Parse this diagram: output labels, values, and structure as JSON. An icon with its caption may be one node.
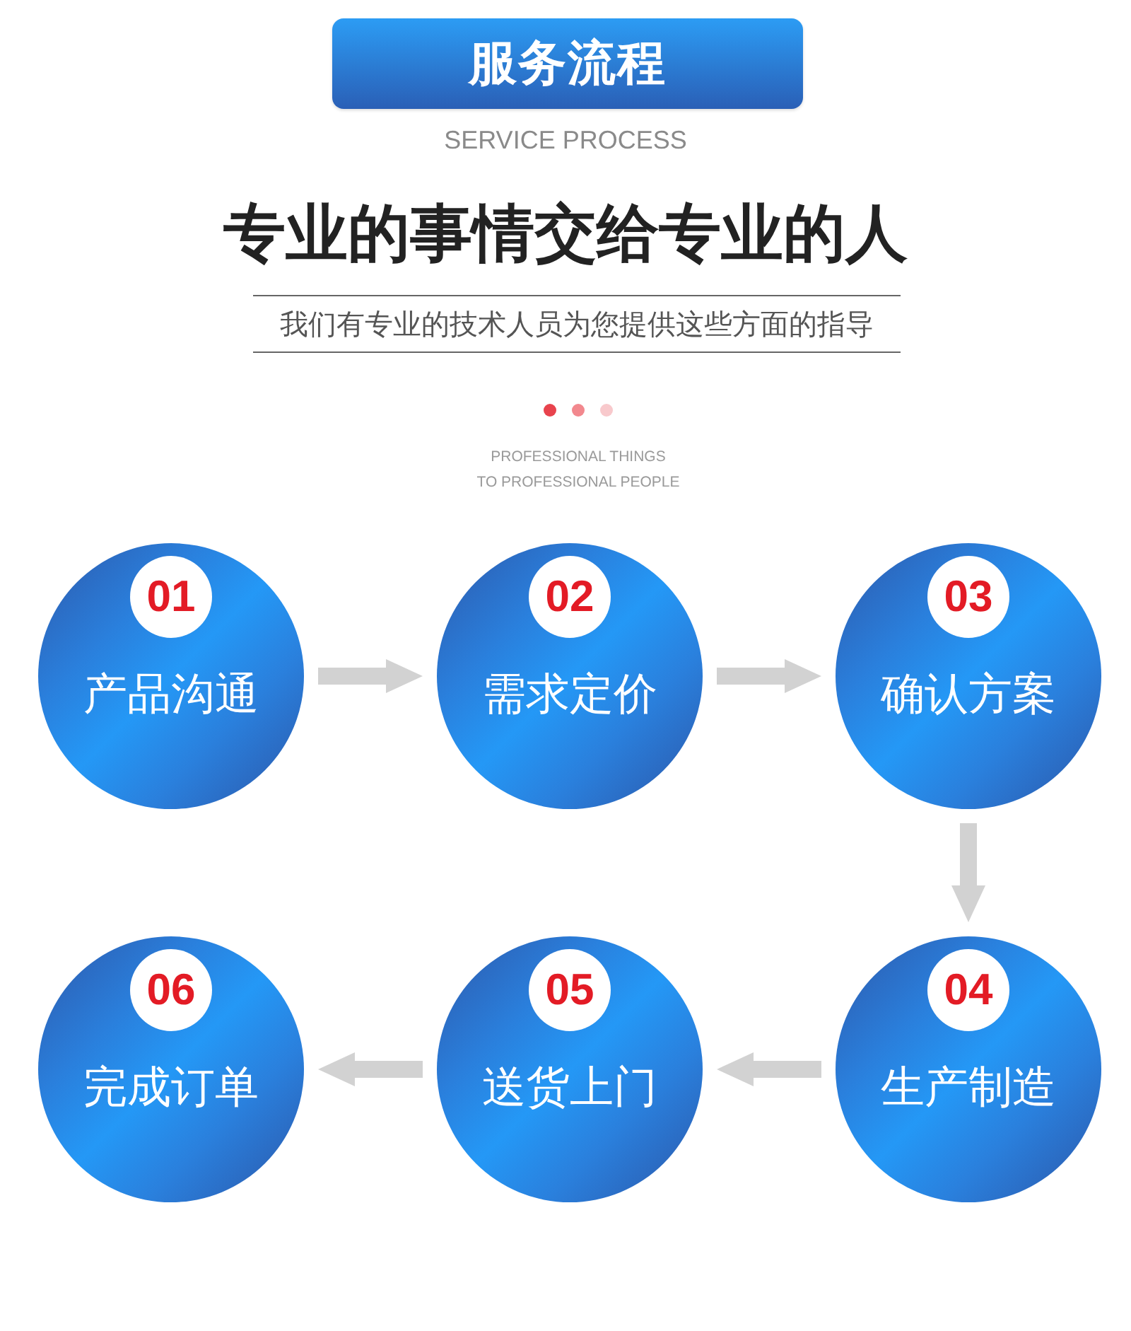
{
  "diagram": {
    "title": "服务流程",
    "nodes": [
      {
        "text": [
          "01",
          "产品沟通"
        ]
      },
      {
        "text": [
          "02",
          "需求定价"
        ]
      },
      {
        "text": [
          "03",
          "确认方案"
        ]
      },
      {
        "text": [
          "04",
          "生产制造"
        ]
      },
      {
        "text": [
          "05",
          "送货上门"
        ]
      },
      {
        "text": [
          "06",
          "完成订单"
        ]
      }
    ],
    "edges": [
      {
        "from": 0,
        "to": 1,
        "arrow": "to"
      },
      {
        "from": 1,
        "to": 2,
        "arrow": "to"
      },
      {
        "from": 2,
        "to": 3,
        "arrow": "to"
      },
      {
        "from": 3,
        "to": 4,
        "arrow": "to"
      },
      {
        "from": 4,
        "to": 5,
        "arrow": "to"
      }
    ],
    "labels": [
      "SERVICE PROCESS",
      "专业的事情交给专业的人",
      "我们有专业的技术人员为您提供这些方面的指导",
      "PROFESSIONAL THINGS TO PROFESSIONAL PEOPLE"
    ]
  }
}
